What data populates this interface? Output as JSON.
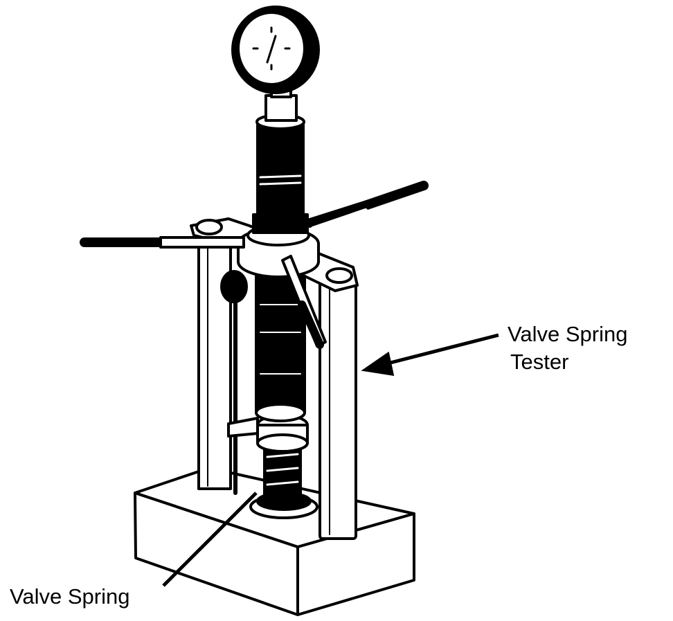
{
  "labels": {
    "tester_line1": "Valve Spring",
    "tester_line2": "Tester",
    "spring": "Valve Spring"
  },
  "colors": {
    "ink": "#000000",
    "paper": "#ffffff"
  }
}
